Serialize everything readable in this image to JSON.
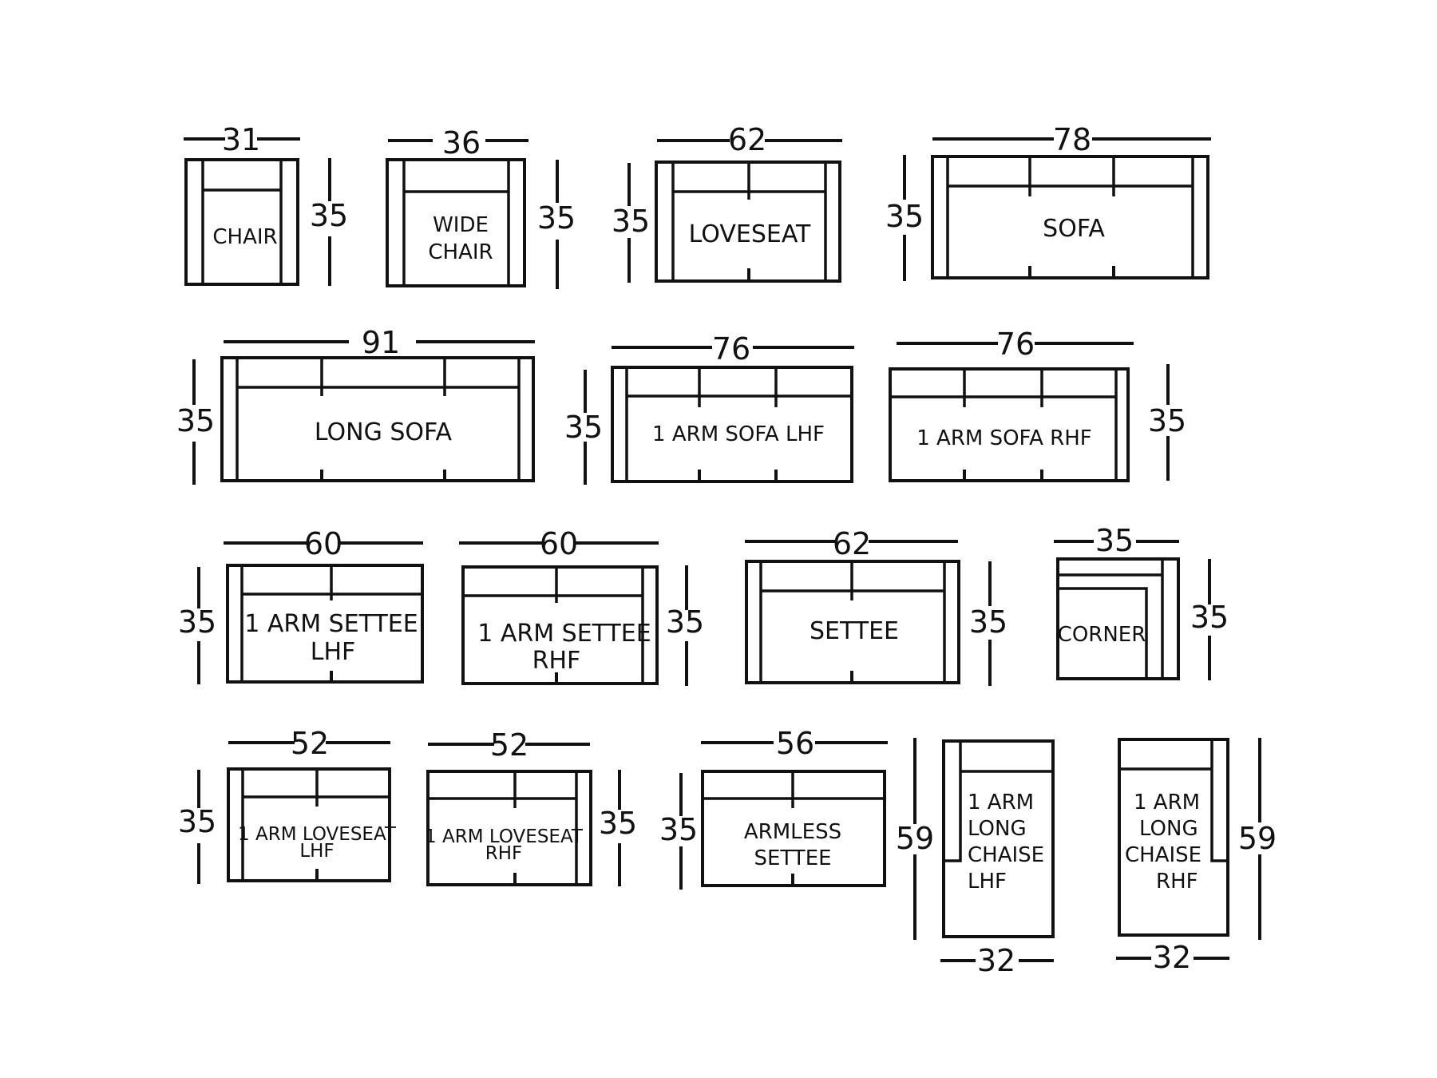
{
  "pieces": [
    {
      "id": "chair",
      "label_lines": [
        "CHAIR"
      ],
      "width": "31",
      "depth": "35"
    },
    {
      "id": "wide-chair",
      "label_lines": [
        "WIDE",
        "CHAIR"
      ],
      "width": "36",
      "depth": "35"
    },
    {
      "id": "loveseat",
      "label_lines": [
        "LOVESEAT"
      ],
      "width": "62",
      "depth": "35"
    },
    {
      "id": "sofa",
      "label_lines": [
        "SOFA"
      ],
      "width": "78",
      "depth": "35"
    },
    {
      "id": "long-sofa",
      "label_lines": [
        "LONG SOFA"
      ],
      "width": "91",
      "depth": "35"
    },
    {
      "id": "1-arm-sofa-lhf",
      "label_lines": [
        "1 ARM SOFA LHF"
      ],
      "width": "76",
      "depth": "35"
    },
    {
      "id": "1-arm-sofa-rhf",
      "label_lines": [
        "1 ARM SOFA RHF"
      ],
      "width": "76",
      "depth": "35"
    },
    {
      "id": "1-arm-settee-lhf",
      "label_lines": [
        "1 ARM SETTEE",
        "LHF"
      ],
      "width": "60",
      "depth": "35"
    },
    {
      "id": "1-arm-settee-rhf",
      "label_lines": [
        "1 ARM SETTEE",
        "RHF"
      ],
      "width": "60",
      "depth": "35"
    },
    {
      "id": "settee",
      "label_lines": [
        "SETTEE"
      ],
      "width": "62",
      "depth": "35"
    },
    {
      "id": "corner",
      "label_lines": [
        "CORNER"
      ],
      "width": "35",
      "depth": "35"
    },
    {
      "id": "1-arm-loveseat-lhf",
      "label_lines": [
        "1 ARM LOVESEAT",
        "LHF"
      ],
      "width": "52",
      "depth": "35"
    },
    {
      "id": "1-arm-loveseat-rhf",
      "label_lines": [
        "1 ARM LOVESEAT",
        "RHF"
      ],
      "width": "52",
      "depth": "35"
    },
    {
      "id": "armless-settee",
      "label_lines": [
        "ARMLESS",
        "SETTEE"
      ],
      "width": "56",
      "depth": "35"
    },
    {
      "id": "1-arm-long-chaise-lhf",
      "label_lines": [
        "1 ARM",
        "LONG",
        "CHAISE",
        "LHF"
      ],
      "width": "32",
      "depth": "59"
    },
    {
      "id": "1-arm-long-chaise-rhf",
      "label_lines": [
        "1 ARM",
        "LONG",
        "CHAISE",
        "RHF"
      ],
      "width": "32",
      "depth": "59"
    }
  ]
}
